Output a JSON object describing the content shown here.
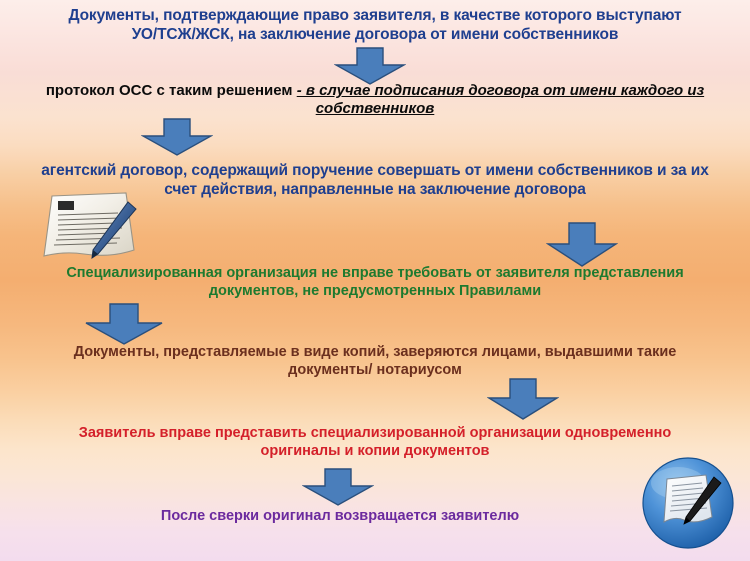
{
  "slide": {
    "background_top_color": "#fbe3de",
    "background_mid_color": "#f4ae70",
    "background_bottom_color": "#f3dcee"
  },
  "blocks": [
    {
      "id": "documents-confirming-right",
      "color": "#1f3f8f",
      "line1": "Документы, подтверждающие право заявителя, в качестве которого выступают",
      "line2": "УО/ТСЖ/ЖСК, на заключение договора от имени собственников"
    },
    {
      "id": "protocol-oss",
      "color": "#0b0b0b",
      "plain": "протокол ОСС с таким решением ",
      "emphasis_line1": "- в случае подписания договора от имени каждого из",
      "emphasis_line2": "собственников"
    },
    {
      "id": "agency-contract",
      "color": "#1f3f8f",
      "line1": "агентский договор, содержащий поручение совершать от имени собственников и за их",
      "line2": "счет действия, направленные на заключение договора"
    },
    {
      "id": "specialized-org-no-right",
      "color": "#1d7a2f",
      "line1": "Специализированная организация не вправе требовать от заявителя представления",
      "line2": "документов, не предусмотренных Правилами"
    },
    {
      "id": "copies-certified",
      "color": "#6b2f1e",
      "line1": "Документы, представляемые в виде копий, заверяются лицами, выдавшими такие",
      "line2": "документы/ нотариусом"
    },
    {
      "id": "applicant-may-submit",
      "color": "#d4202a",
      "line1": "Заявитель вправе представить специализированной организации одновременно",
      "line2": "оригиналы и копии документов"
    },
    {
      "id": "original-returned",
      "color": "#6b2a9e",
      "line1": "После сверки оригинал возвращается заявителю"
    }
  ],
  "arrows": {
    "fill": "#4a7ebb",
    "stroke": "#2a4f7c",
    "name": "down-arrow-icon",
    "count": 6
  },
  "icons": {
    "document_with_pen": "document-pen-illustration",
    "round_badge": "document-pen-badge-icon"
  }
}
